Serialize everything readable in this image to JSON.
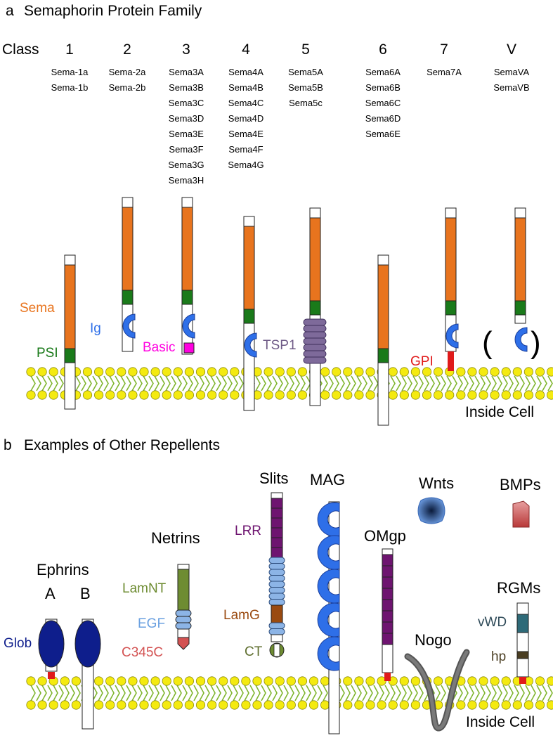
{
  "panel_a": {
    "letter": "a",
    "title": "Semaphorin Protein Family",
    "class_label": "Class",
    "classes": [
      {
        "name": "1",
        "members": [
          "Sema-1a",
          "Sema-1b"
        ]
      },
      {
        "name": "2",
        "members": [
          "Sema-2a",
          "Sema-2b"
        ]
      },
      {
        "name": "3",
        "members": [
          "Sema3A",
          "Sema3B",
          "Sema3C",
          "Sema3D",
          "Sema3E",
          "Sema3F",
          "Sema3G",
          "Sema3H"
        ]
      },
      {
        "name": "4",
        "members": [
          "Sema4A",
          "Sema4B",
          "Sema4C",
          "Sema4D",
          "Sema4E",
          "Sema4F",
          "Sema4G"
        ]
      },
      {
        "name": "5",
        "members": [
          "Sema5A",
          "Sema5B",
          "Sema5c"
        ]
      },
      {
        "name": "6",
        "members": [
          "Sema6A",
          "Sema6B",
          "Sema6C",
          "Sema6D",
          "Sema6E"
        ]
      },
      {
        "name": "7",
        "members": [
          "Sema7A"
        ]
      },
      {
        "name": "V",
        "members": [
          "SemaVA",
          "SemaVB"
        ]
      }
    ],
    "domain_labels": {
      "sema": "Sema",
      "psi": "PSI",
      "ig": "Ig",
      "basic": "Basic",
      "tsp1": "TSP1",
      "gpi": "GPI",
      "open_paren": "(",
      "close_paren": ")"
    },
    "inside_cell": "Inside Cell"
  },
  "panel_b": {
    "letter": "b",
    "title": "Examples of Other Repellents",
    "labels": {
      "ephrins": "Ephrins",
      "ephrin_a": "A",
      "ephrin_b": "B",
      "glob": "Glob",
      "netrins": "Netrins",
      "lamnt": "LamNT",
      "egf": "EGF",
      "c345c": "C345C",
      "slits": "Slits",
      "lrr": "LRR",
      "lamg": "LamG",
      "ct": "CT",
      "mag": "MAG",
      "omgp": "OMgp",
      "wnts": "Wnts",
      "bmps": "BMPs",
      "nogo": "Nogo",
      "rgms": "RGMs",
      "vwd": "vWD",
      "hp": "hp"
    },
    "inside_cell": "Inside Cell"
  },
  "colors": {
    "sema": "#E8741E",
    "psi": "#1A7A1A",
    "ig": "#2E6FE8",
    "basic": "#FF00E0",
    "tsp1": "#7E6A9A",
    "gpi": "#E01A1A",
    "lipid_head": "#F4EA10",
    "lipid_tail": "#7FB52E",
    "glob": "#0E1E8C",
    "lamnt": "#6E8C32",
    "egf": "#8CB4E6",
    "c345c": "#D35252",
    "lrr": "#6E1470",
    "lamg": "#9A4A10",
    "ct": "#6E8C32",
    "bmp": "#D25050",
    "wnt": "#4A7EC8",
    "vwd": "#2E6A78",
    "hp": "#4A3E22",
    "nogo": "#6A6A6A",
    "label_sema": "#E8741E",
    "label_psi": "#1A7A1A",
    "label_ig": "#2E6FE8",
    "label_basic": "#FF00E0",
    "label_tsp1": "#6E5A86",
    "label_gpi": "#E01A1A",
    "label_glob": "#0E1E8C",
    "label_lamnt": "#6E8C32",
    "label_egf": "#6AA0E0",
    "label_c345c": "#D35252",
    "label_lrr": "#6E1470",
    "label_lamg": "#9A4A10",
    "label_ct": "#5E6E2E",
    "label_vwd": "#2E4A58",
    "label_hp": "#4A3E22"
  }
}
